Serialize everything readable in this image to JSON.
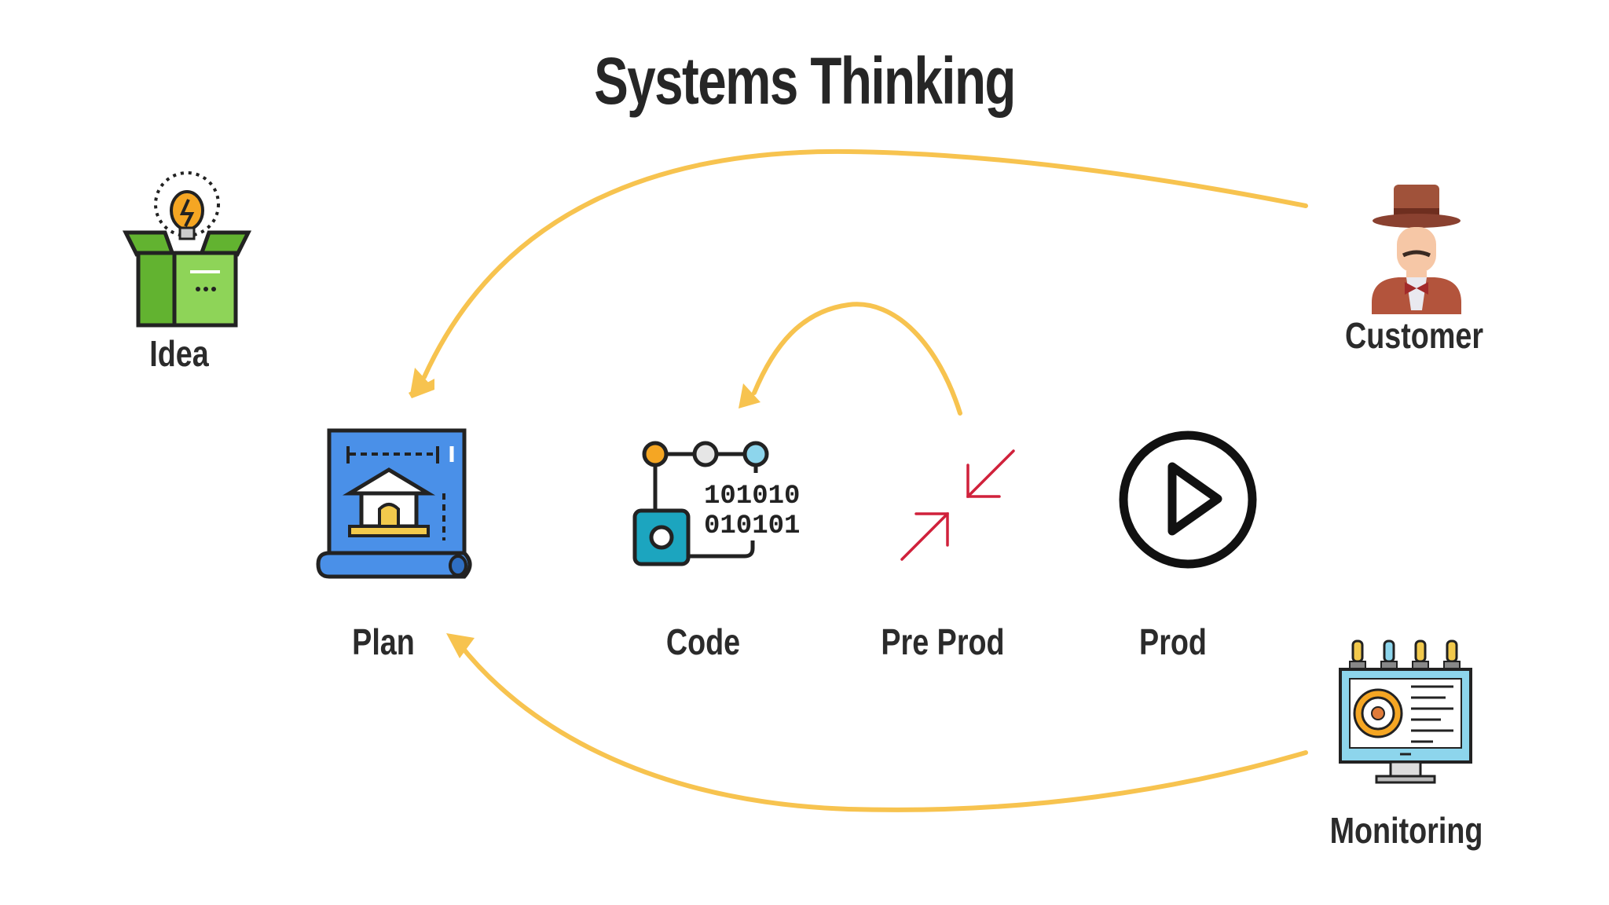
{
  "title": "Systems Thinking",
  "nodes": {
    "idea": {
      "label": "Idea",
      "icon": "idea-box-icon"
    },
    "customer": {
      "label": "Customer",
      "icon": "customer-icon"
    },
    "plan": {
      "label": "Plan",
      "icon": "blueprint-icon"
    },
    "code": {
      "label": "Code",
      "icon": "binary-code-icon"
    },
    "preprod": {
      "label": "Pre Prod",
      "icon": "arrows-inward-icon"
    },
    "prod": {
      "label": "Prod",
      "icon": "play-button-icon"
    },
    "monitoring": {
      "label": "Monitoring",
      "icon": "monitoring-dashboard-icon"
    }
  },
  "colors": {
    "arrow": "#F7C34F",
    "title": "#262626",
    "blueprint": "#4A90E8",
    "box_green": "#7DC443",
    "preprod_red": "#D0213B",
    "teal": "#1CA5BF"
  }
}
